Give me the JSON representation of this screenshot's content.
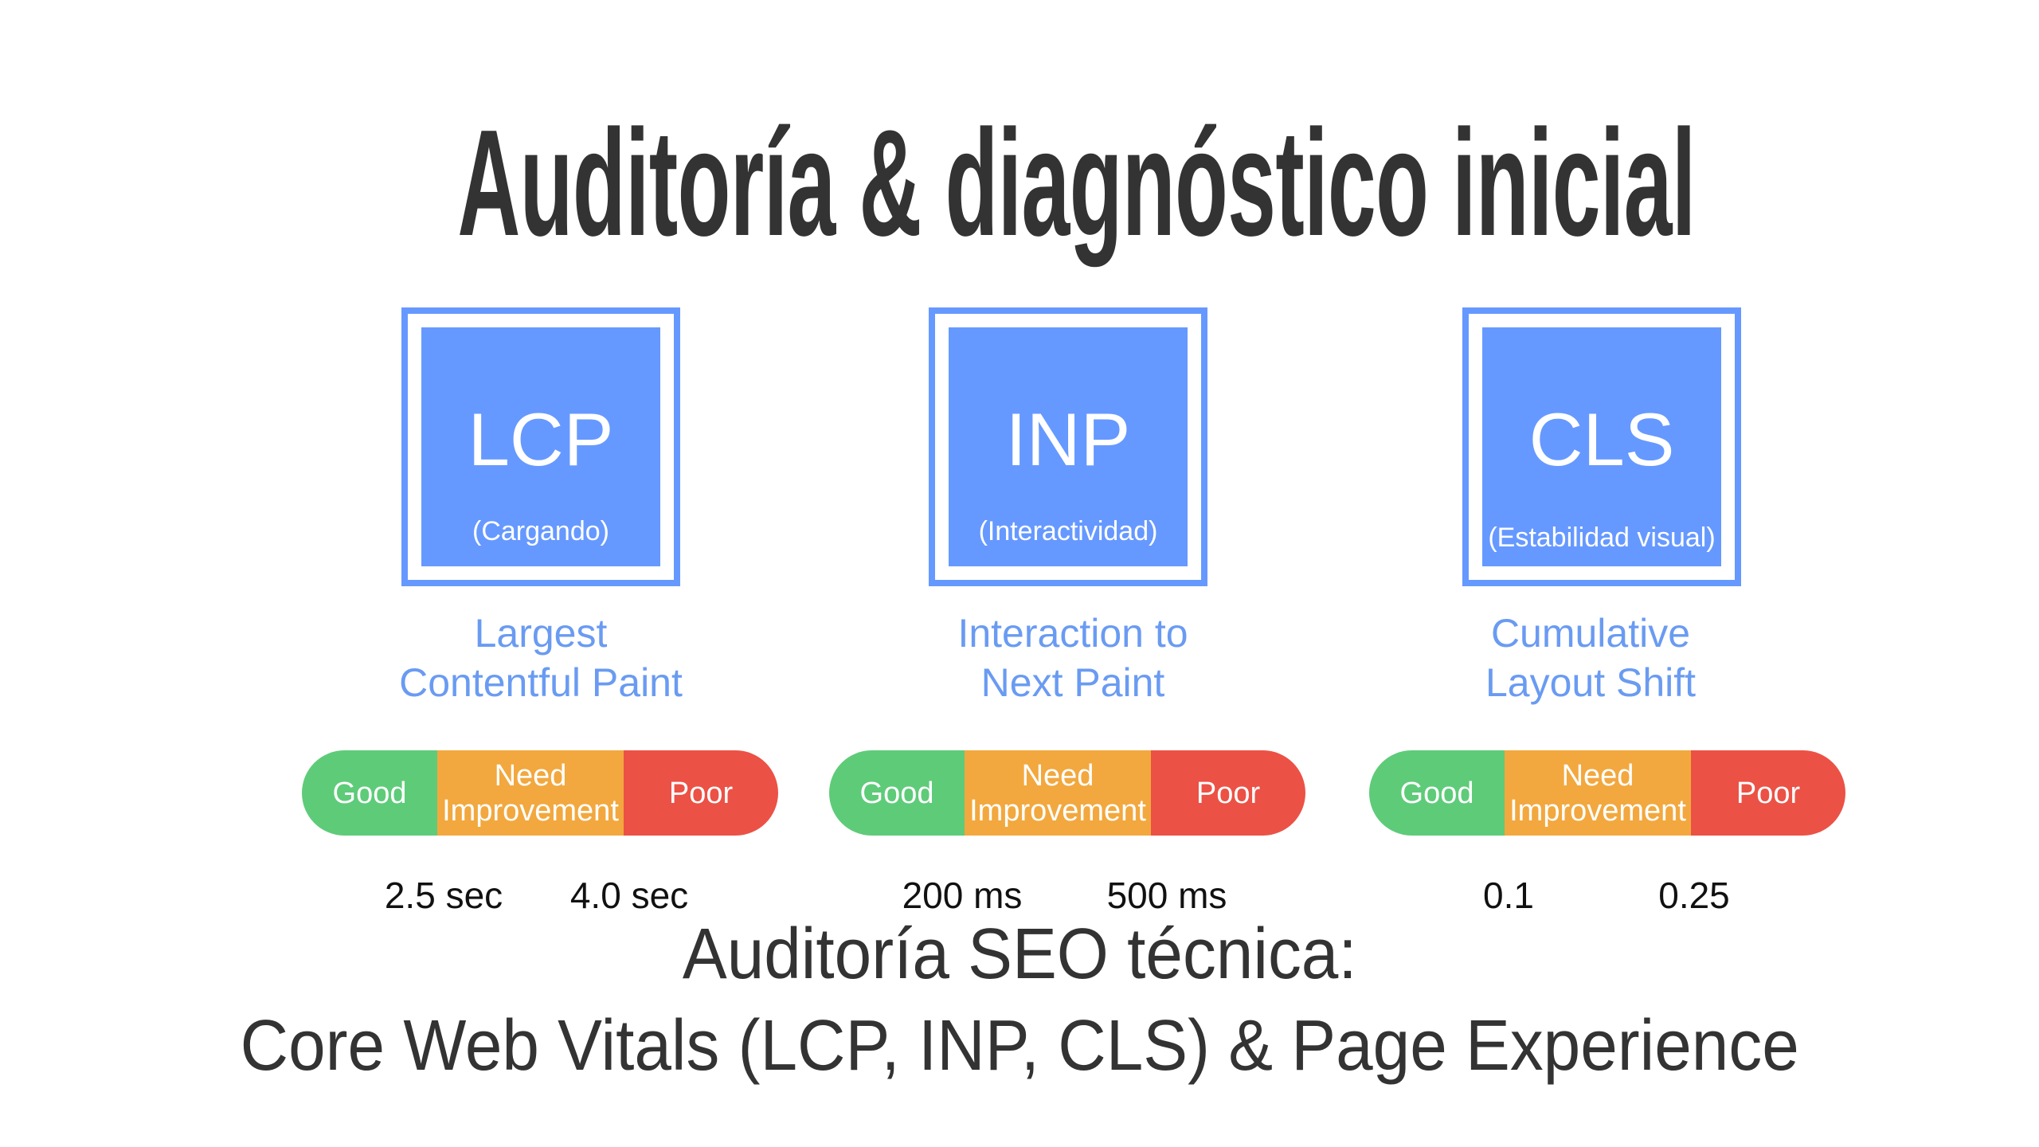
{
  "title": "Auditoría & diagnóstico inicial",
  "metrics": [
    {
      "abbr": "LCP",
      "subtitle": "(Cargando)",
      "name_line1": "Largest",
      "name_line2": "Contentful Paint",
      "scale": {
        "good": "Good",
        "need_line1": "Need",
        "need_line2": "Improvement",
        "poor": "Poor"
      },
      "thresholds": [
        "2.5 sec",
        "4.0 sec"
      ]
    },
    {
      "abbr": "INP",
      "subtitle": "(Interactividad)",
      "name_line1": "Interaction to",
      "name_line2": "Next Paint",
      "scale": {
        "good": "Good",
        "need_line1": "Need",
        "need_line2": "Improvement",
        "poor": "Poor"
      },
      "thresholds": [
        "200 ms",
        "500 ms"
      ]
    },
    {
      "abbr": "CLS",
      "subtitle": "(Estabilidad visual)",
      "name_line1": "Cumulative",
      "name_line2": "Layout Shift",
      "scale": {
        "good": "Good",
        "need_line1": "Need",
        "need_line2": "Improvement",
        "poor": "Poor"
      },
      "thresholds": [
        "0.1",
        "0.25"
      ]
    }
  ],
  "footer": {
    "line1": "Auditoría SEO técnica:",
    "line2": "Core Web Vitals (LCP, INP, CLS) & Page Experience"
  },
  "colors": {
    "metric_blue": "#6699FF",
    "label_blue": "#6A9BF2",
    "good": "#5ECB79",
    "need_improvement": "#F2A83E",
    "poor": "#EC5145",
    "text_dark": "#333333"
  }
}
